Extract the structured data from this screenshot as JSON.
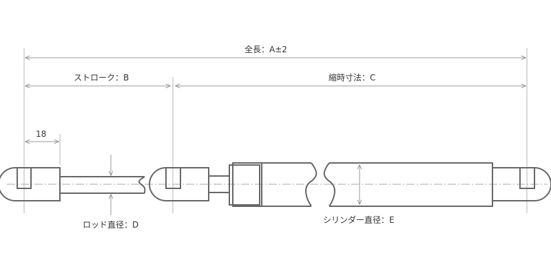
{
  "dimensions": {
    "total_length": "全長：A±2",
    "stroke": "ストローク：B",
    "compressed_length": "縮時寸法：C",
    "end_length": "18"
  },
  "labels": {
    "rod_diameter": "ロッド直径：D",
    "cylinder_diameter": "シリンダー直径：E"
  },
  "colors": {
    "outline": "#666666",
    "dimension": "#9a9a9a",
    "centerline": "#aaaaaa",
    "text": "#333333"
  }
}
